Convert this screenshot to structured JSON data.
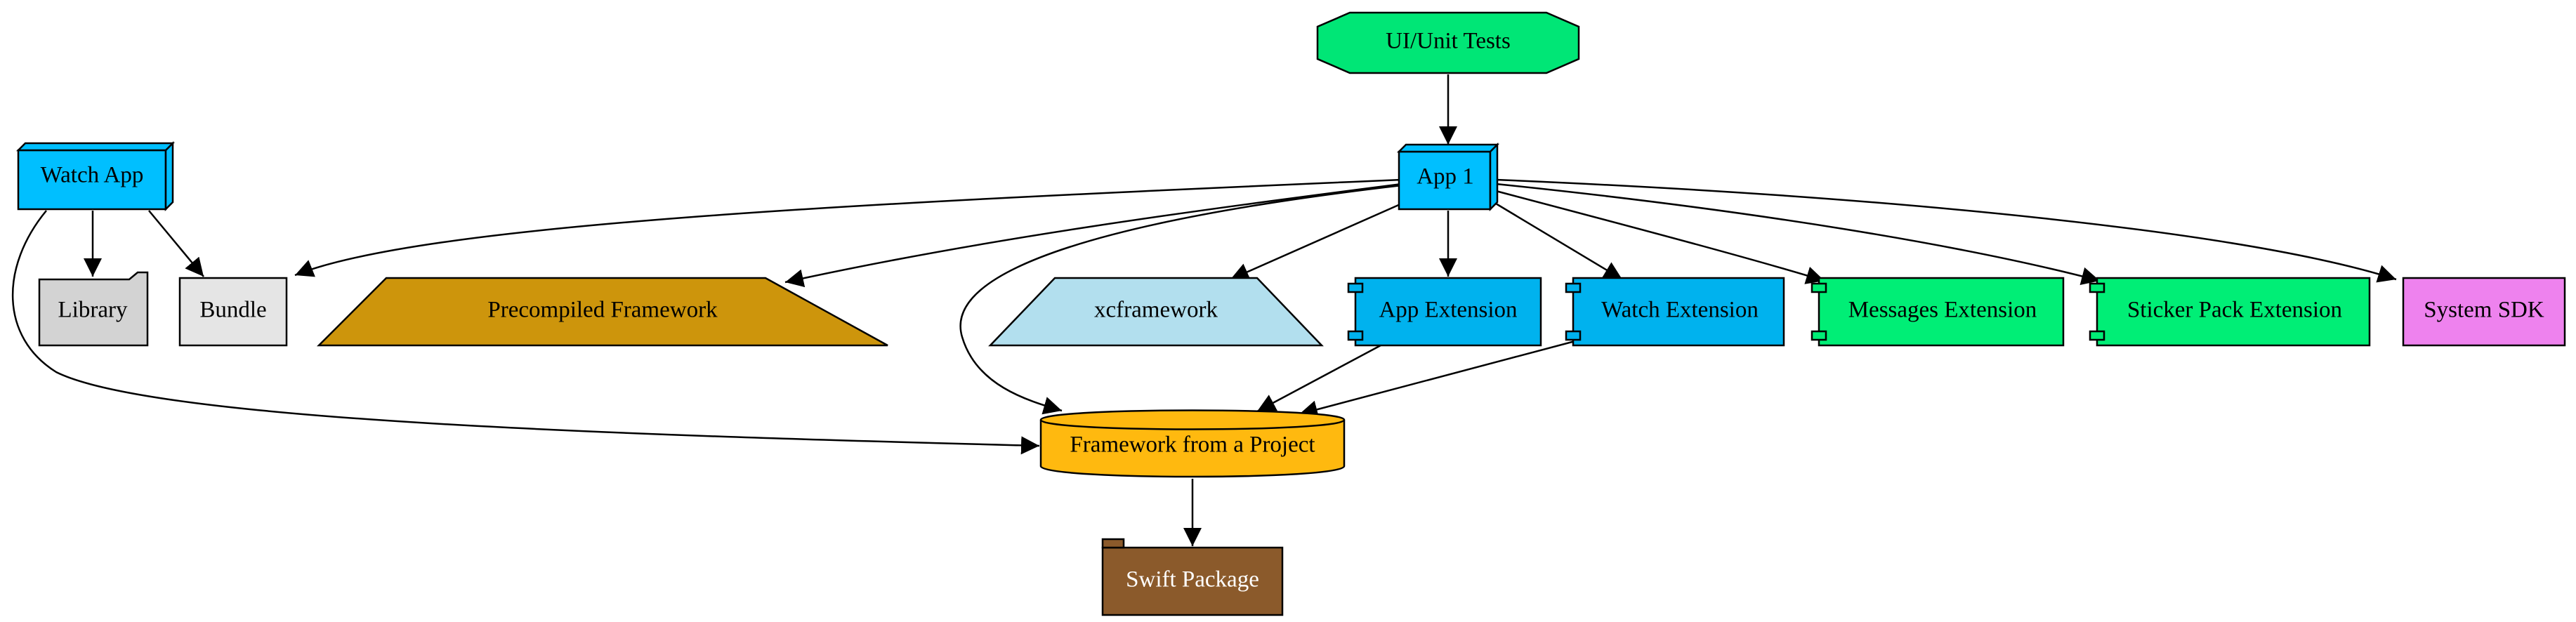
{
  "nodes": {
    "tests": {
      "label": "UI/Unit Tests",
      "fill": "#00e676",
      "text_color": "#000000",
      "shape": "octagon"
    },
    "watch_app": {
      "label": "Watch App",
      "fill": "#00bfff",
      "text_color": "#000000",
      "shape": "box3d"
    },
    "app1": {
      "label": "App 1",
      "fill": "#00bfff",
      "text_color": "#000000",
      "shape": "box3d"
    },
    "library": {
      "label": "Library",
      "fill": "#d3d3d3",
      "text_color": "#000000",
      "shape": "folder"
    },
    "bundle": {
      "label": "Bundle",
      "fill": "#e5e5e5",
      "text_color": "#000000",
      "shape": "box"
    },
    "precompiled": {
      "label": "Precompiled Framework",
      "fill": "#cd950c",
      "text_color": "#000000",
      "shape": "trapezium"
    },
    "xcframework": {
      "label": "xcframework",
      "fill": "#b2dfee",
      "text_color": "#000000",
      "shape": "trapezium"
    },
    "app_ext": {
      "label": "App Extension",
      "fill": "#00b2ee",
      "text_color": "#000000",
      "shape": "component"
    },
    "watch_ext": {
      "label": "Watch Extension",
      "fill": "#00b2ee",
      "text_color": "#000000",
      "shape": "component"
    },
    "messages_ext": {
      "label": "Messages Extension",
      "fill": "#00ee76",
      "text_color": "#000000",
      "shape": "component"
    },
    "sticker_ext": {
      "label": "Sticker Pack Extension",
      "fill": "#00ee76",
      "text_color": "#000000",
      "shape": "component"
    },
    "system_sdk": {
      "label": "System SDK",
      "fill": "#ee82ee",
      "text_color": "#000000",
      "shape": "box"
    },
    "framework_project": {
      "label": "Framework from a Project",
      "fill": "#ffb90f",
      "text_color": "#000000",
      "shape": "cylinder"
    },
    "swift_package": {
      "label": "Swift Package",
      "fill": "#8b5a2b",
      "text_color": "#ffffff",
      "shape": "tab"
    }
  },
  "edges": [
    {
      "from": "tests",
      "to": "app1"
    },
    {
      "from": "app1",
      "to": "bundle"
    },
    {
      "from": "app1",
      "to": "precompiled"
    },
    {
      "from": "app1",
      "to": "framework_project"
    },
    {
      "from": "app1",
      "to": "xcframework"
    },
    {
      "from": "app1",
      "to": "app_ext"
    },
    {
      "from": "app1",
      "to": "watch_ext"
    },
    {
      "from": "app1",
      "to": "messages_ext"
    },
    {
      "from": "app1",
      "to": "sticker_ext"
    },
    {
      "from": "app1",
      "to": "system_sdk"
    },
    {
      "from": "watch_app",
      "to": "library"
    },
    {
      "from": "watch_app",
      "to": "bundle"
    },
    {
      "from": "watch_app",
      "to": "framework_project"
    },
    {
      "from": "app_ext",
      "to": "framework_project"
    },
    {
      "from": "watch_ext",
      "to": "framework_project"
    },
    {
      "from": "framework_project",
      "to": "swift_package"
    }
  ]
}
